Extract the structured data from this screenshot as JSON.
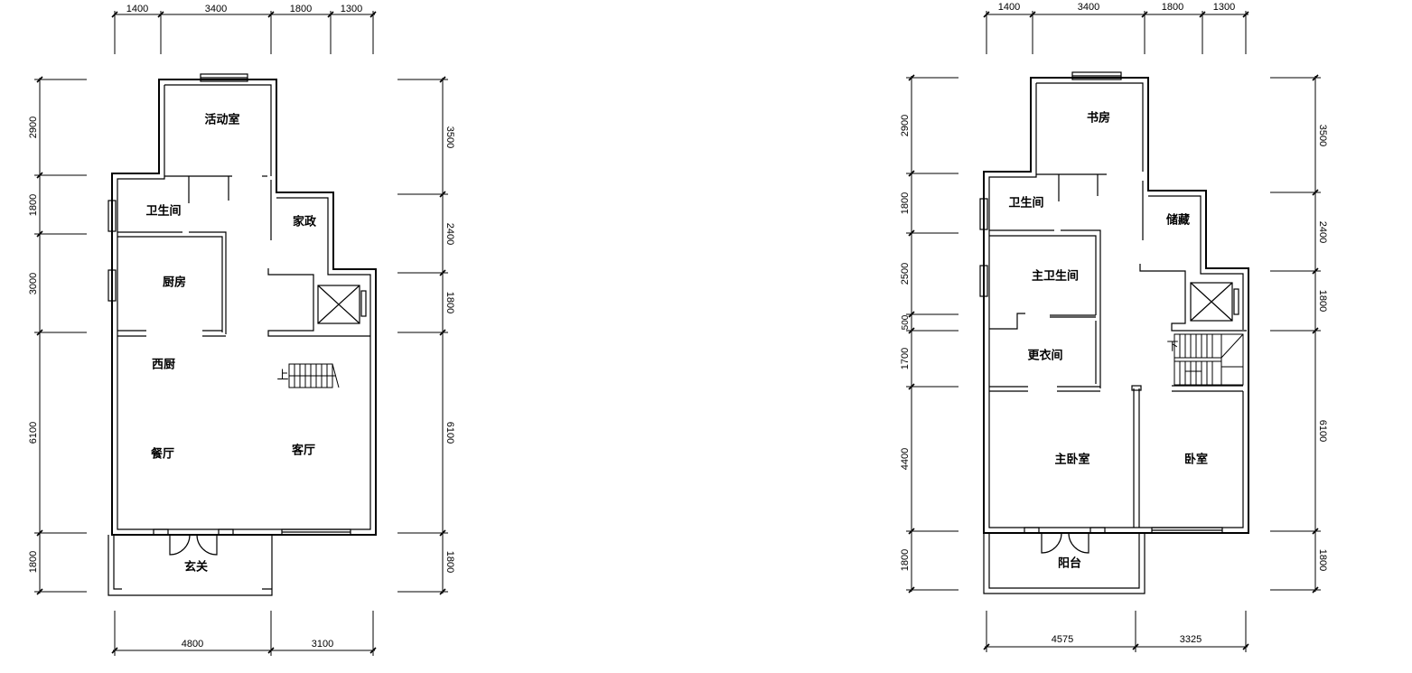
{
  "plans": [
    {
      "id": "ground",
      "top_dims": [
        "1400",
        "3400",
        "1800",
        "1300"
      ],
      "bottom_dims": [
        "4800",
        "3100"
      ],
      "left_dims": [
        "2900",
        "1800",
        "3000",
        "6100",
        "1800"
      ],
      "right_dims": [
        "3500",
        "2400",
        "1800",
        "6100",
        "1800"
      ],
      "rooms": {
        "activity": "活动室",
        "bath": "卫生间",
        "housekeeping": "家政",
        "kitchen": "厨房",
        "western_kitchen": "西厨",
        "dining": "餐厅",
        "living": "客厅",
        "entrance": "玄关"
      },
      "stair_up": "上"
    },
    {
      "id": "upper",
      "top_dims": [
        "1400",
        "3400",
        "1800",
        "1300"
      ],
      "bottom_dims": [
        "4575",
        "3325"
      ],
      "left_dims": [
        "2900",
        "1800",
        "2500",
        "500",
        "1700",
        "4400",
        "1800"
      ],
      "right_dims": [
        "3500",
        "2400",
        "1800",
        "6100",
        "1800"
      ],
      "rooms": {
        "study": "书房",
        "bath": "卫生间",
        "storage": "储藏",
        "master_bath": "主卫生间",
        "closet": "更衣间",
        "master_bedroom": "主卧室",
        "bedroom": "卧室",
        "balcony": "阳台"
      },
      "stair_down": "下"
    }
  ]
}
